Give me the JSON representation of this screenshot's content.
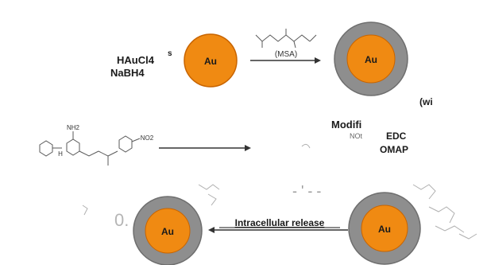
{
  "reagents": {
    "gold_salt": "HAuCl4",
    "reducer": "NaBH4",
    "superscript": "s",
    "ligand": "(MSA)",
    "partial_wi": "(wi",
    "modifi": "Modifi",
    "not_text": "NOt",
    "edc": "EDC",
    "omap": "OMAP"
  },
  "particles": {
    "core_label": "Au",
    "core_color": "#f08a12",
    "core_edge_color": "#c86400",
    "shell_color": "#8e8e8e",
    "shell_edge_color": "#6e6e6e"
  },
  "molecule": {
    "nh2": "NH2",
    "nh": "H",
    "no2": "NO2"
  },
  "release": {
    "label": "Intracellular release",
    "fragment_o": "0.",
    "dashes": "- ' - -"
  }
}
